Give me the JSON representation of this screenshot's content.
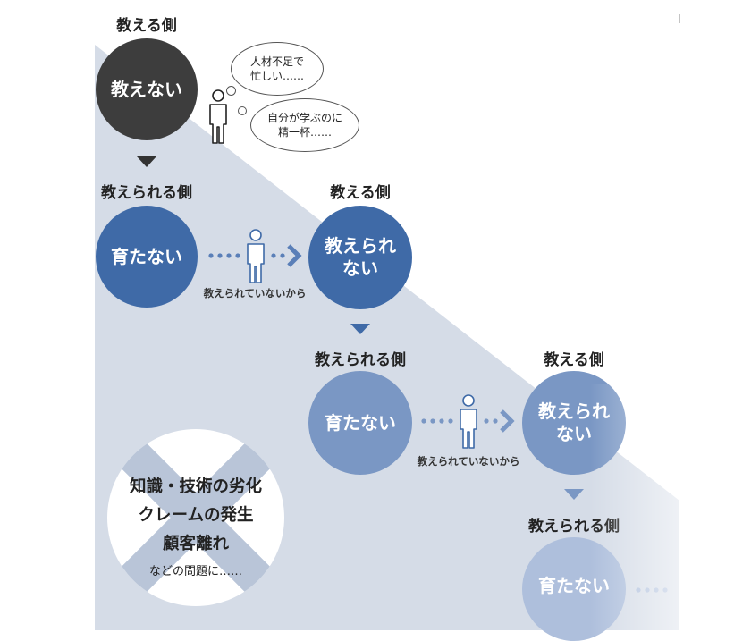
{
  "colors": {
    "background_band": "#d5dce7",
    "dark_circle": "#3d3d3d",
    "blue_1": "#3f6aa7",
    "blue_2": "#7a97c4",
    "blue_3": "#aebfdc",
    "arrow_blue": "#5a7fb8",
    "figure_stroke": "#3f6aa7",
    "x_mark": "#b9c5d8"
  },
  "stage1": {
    "label": "教える側",
    "circle": "教えない",
    "thought_1": [
      "人材不足で",
      "忙しい……"
    ],
    "thought_2": [
      "自分が学ぶのに",
      "精一杯……"
    ]
  },
  "stage2": {
    "left_label": "教えられる側",
    "left_circle": "育たない",
    "caption": "教えられていないから",
    "right_label": "教える側",
    "right_circle": [
      "教えられ",
      "ない"
    ]
  },
  "stage3": {
    "left_label": "教えられる側",
    "left_circle": "育たない",
    "caption": "教えられていないから",
    "right_label": "教える側",
    "right_circle": [
      "教えられ",
      "ない"
    ]
  },
  "stage4": {
    "label": "教えられる側",
    "circle": "育たない"
  },
  "problems": {
    "lines": [
      "知識・技術の劣化",
      "クレームの発生",
      "顧客離れ"
    ],
    "note": "などの問題に……"
  },
  "icons": {
    "person": "person-icon",
    "arrow": "chevron-right-icon",
    "down": "triangle-down-icon",
    "cross": "x-mark-icon"
  }
}
